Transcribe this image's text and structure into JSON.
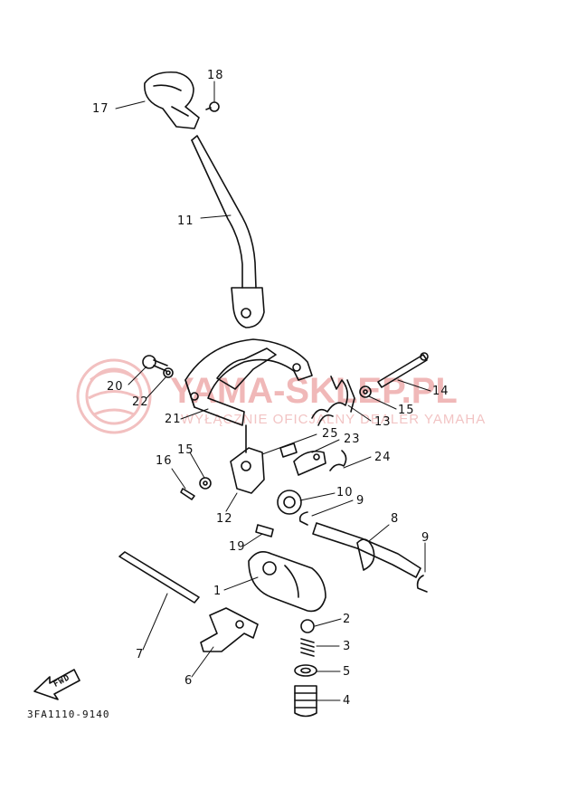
{
  "watermark": {
    "brand": "YAMA-SKLEP.PL",
    "tagline": "WYŁĄCZNIE OFICJALNY DEALER YAMAHA",
    "color": "#f0b8b8"
  },
  "diagram": {
    "code": "3FA1110-9140",
    "fwd_label": "FWD",
    "callouts": [
      "17",
      "18",
      "11",
      "20",
      "22",
      "21",
      "14",
      "15",
      "13",
      "25",
      "23",
      "24",
      "16",
      "15",
      "12",
      "10",
      "9",
      "8",
      "19",
      "9",
      "1",
      "2",
      "3",
      "5",
      "4",
      "7",
      "6"
    ]
  }
}
